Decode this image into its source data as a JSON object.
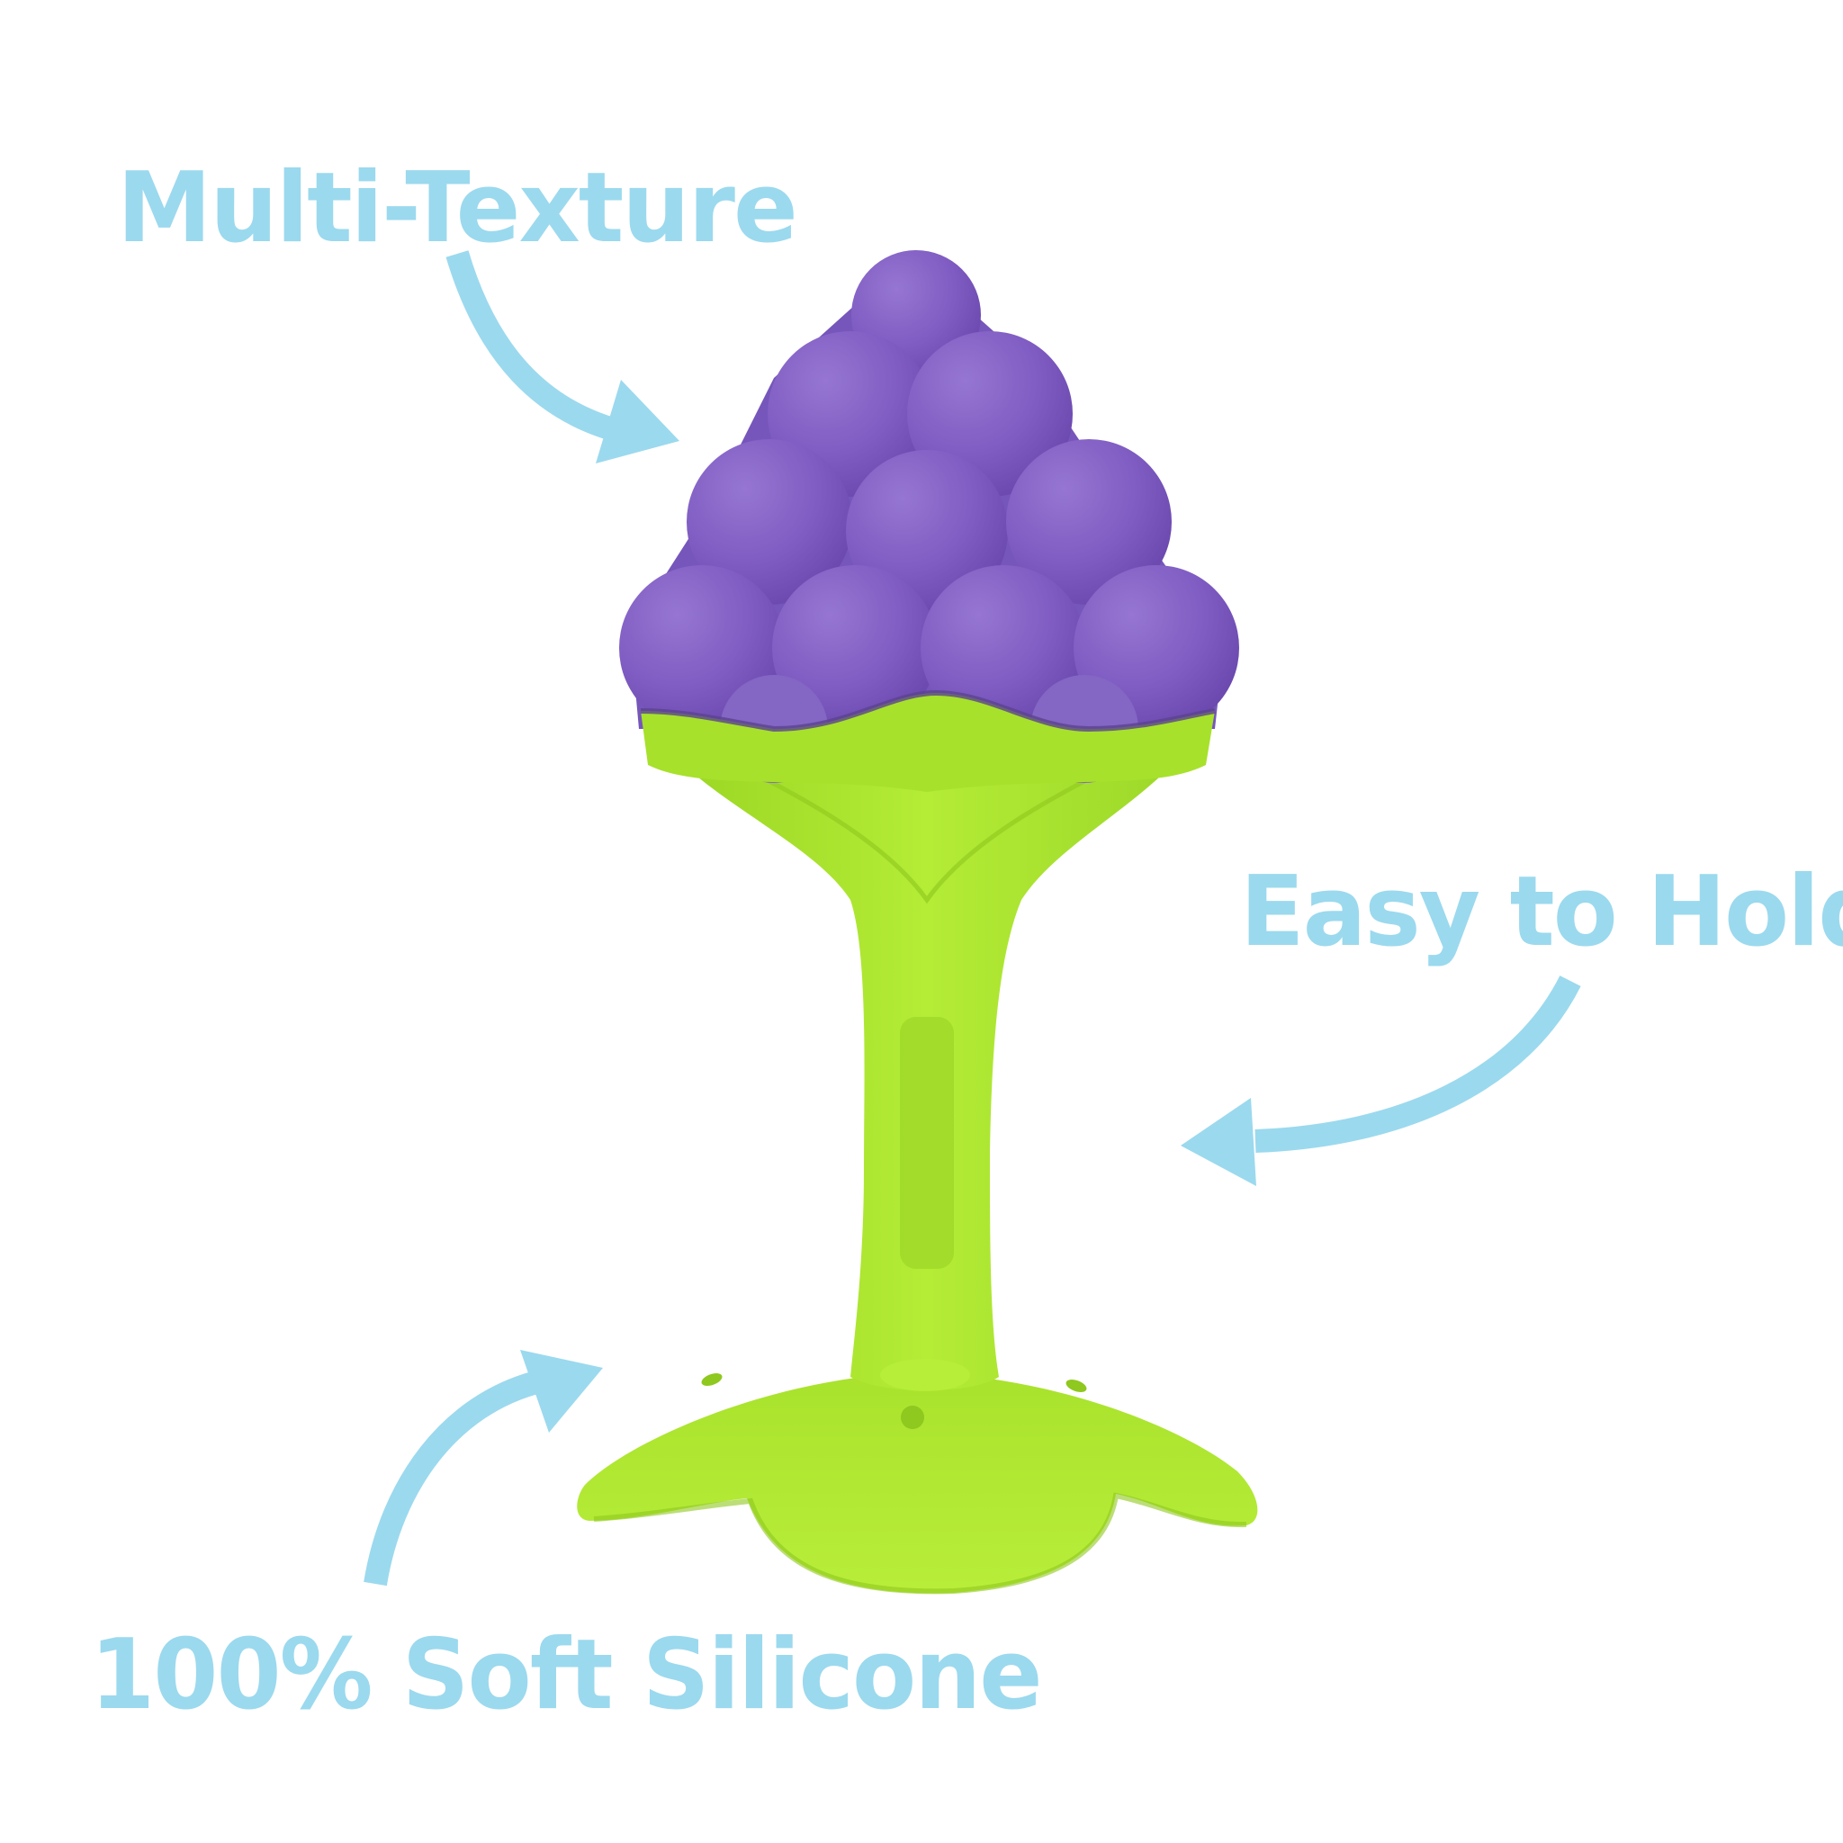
{
  "product": {
    "name": "grape teether",
    "colors": {
      "grape": "#7e5cc0",
      "grape_highlight": "#9373d0",
      "grape_shadow": "#5e3fa0",
      "handle": "#a6e22e",
      "handle_highlight": "#bff03e",
      "handle_shadow": "#8cc21e",
      "callout": "#9bd9ee",
      "background": "#ffffff"
    }
  },
  "callouts": {
    "texture": {
      "label": "Multi-Texture",
      "arrow": "curved-arrow-down-right"
    },
    "hold": {
      "label": "Easy to Hold",
      "arrow": "curved-arrow-left"
    },
    "material": {
      "label": "100% Soft Silicone",
      "arrow": "curved-arrow-up-right"
    }
  }
}
